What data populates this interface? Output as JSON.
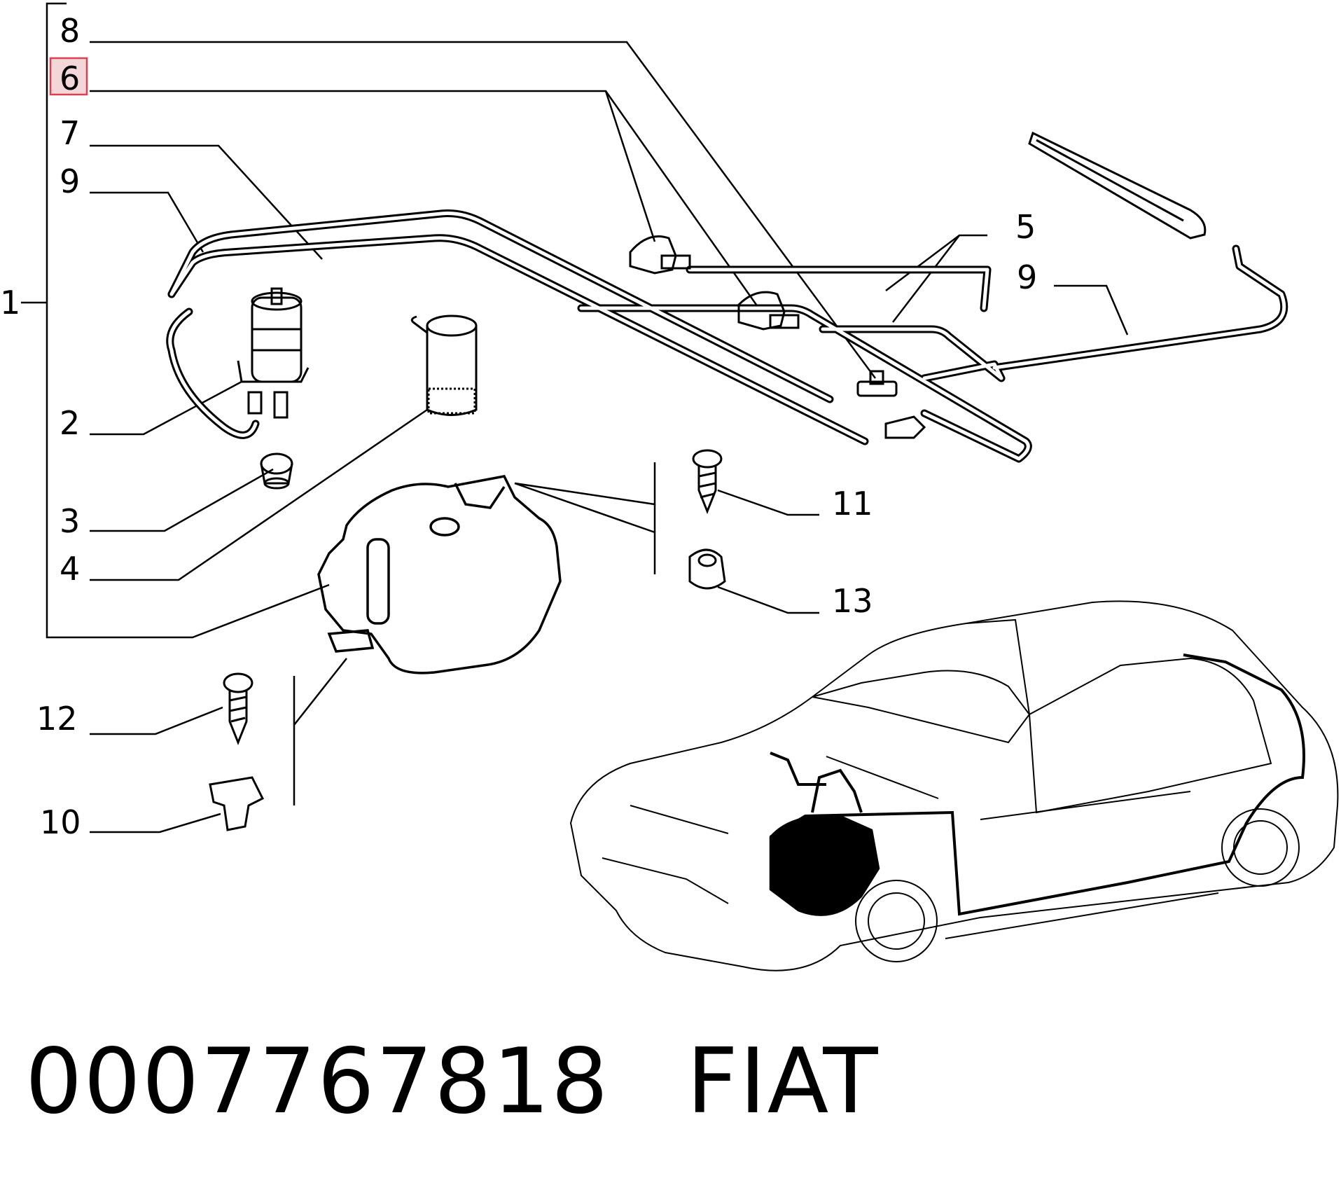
{
  "diagram": {
    "callouts": {
      "c1": "1",
      "c8": "8",
      "c6": "6",
      "c7": "7",
      "c9a": "9",
      "c2": "2",
      "c3": "3",
      "c4": "4",
      "c5": "5",
      "c9b": "9",
      "c11": "11",
      "c13": "13",
      "c12": "12",
      "c10": "10"
    },
    "highlight_color": "#e8b4b8",
    "part_number": "0007767818",
    "brand": "FIAT"
  }
}
